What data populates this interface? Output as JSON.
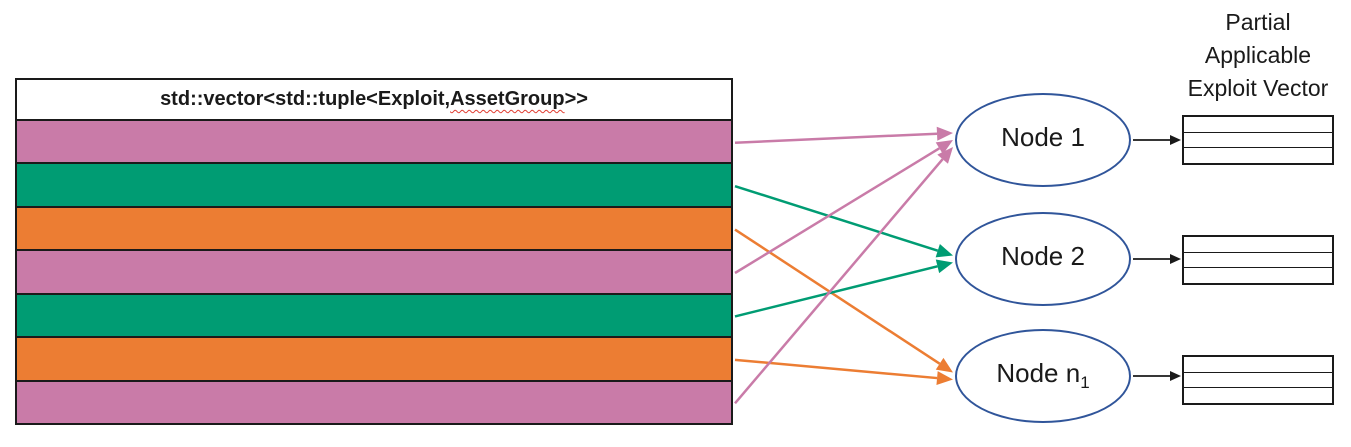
{
  "title": {
    "line1": "Partial",
    "line2": "Applicable",
    "line3": "Exploit Vector"
  },
  "vector_table": {
    "header": {
      "prefix": "std::vector<std::tuple<Exploit, ",
      "misspelled_word": "AssetGroup",
      "suffix": ">>"
    },
    "rows": [
      {
        "color": "#c97ba8",
        "target": "node-1"
      },
      {
        "color": "#009c73",
        "target": "node-2"
      },
      {
        "color": "#ec7d33",
        "target": "node-n1"
      },
      {
        "color": "#c97ba8",
        "target": "node-1"
      },
      {
        "color": "#009c73",
        "target": "node-2"
      },
      {
        "color": "#ec7d33",
        "target": "node-n1"
      },
      {
        "color": "#c97ba8",
        "target": "node-1"
      }
    ]
  },
  "nodes": [
    {
      "id": "node-1",
      "label": "Node 1",
      "subscript": ""
    },
    {
      "id": "node-2",
      "label": "Node 2",
      "subscript": ""
    },
    {
      "id": "node-n1",
      "label": "Node n",
      "subscript": "1"
    }
  ],
  "colors": {
    "pink": "#c97ba8",
    "green": "#009c73",
    "orange": "#ec7d33",
    "node_outline": "#30559a",
    "black_arrow": "#1a1a1a",
    "table_border": "#1a1a1a",
    "spellcheck_red": "#e03c31"
  }
}
